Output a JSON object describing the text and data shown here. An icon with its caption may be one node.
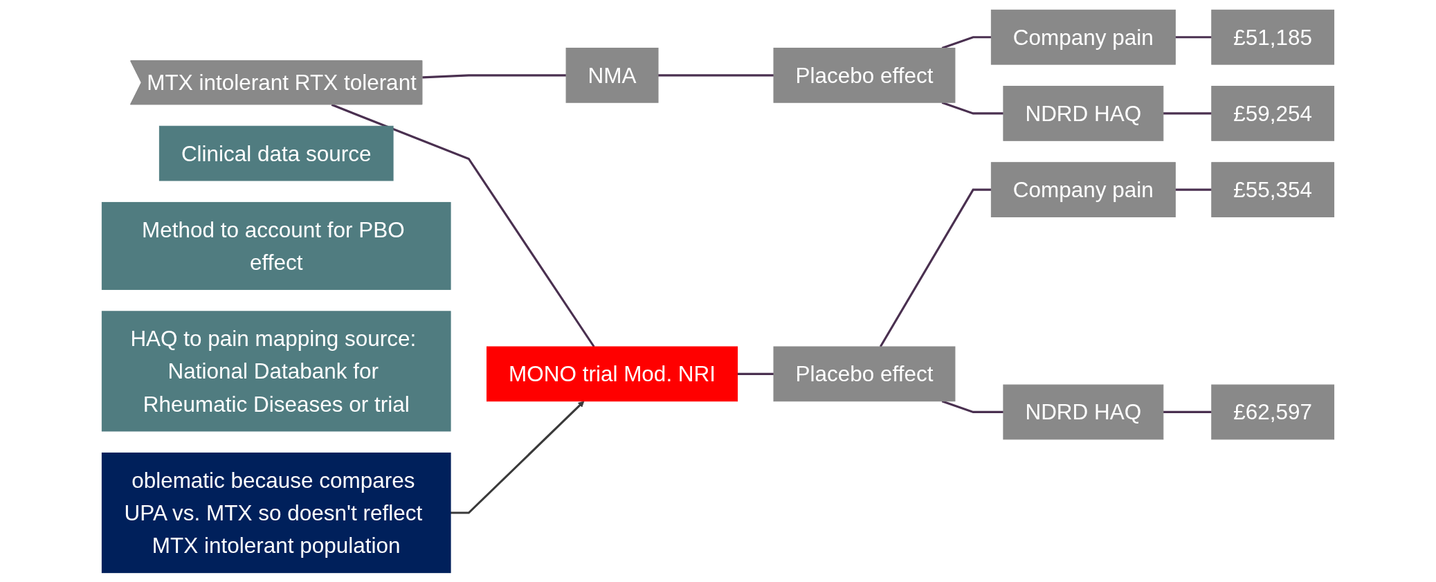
{
  "diagram": {
    "nodes": [
      {
        "text": [
          "MTX intolerant RTX tolerant"
        ]
      },
      {
        "text": [
          "Clinical data source"
        ]
      },
      {
        "text": [
          "Method to account for PBO effect"
        ]
      },
      {
        "text": [
          "HAQ to pain mapping source: National Databank for Rheumatic Diseases or trial"
        ]
      },
      {
        "text": [
          "NMA"
        ]
      },
      {
        "text": [
          "Placebo effect"
        ]
      },
      {
        "text": [
          "Company pain"
        ]
      },
      {
        "text": [
          "£51,185"
        ]
      },
      {
        "text": [
          "NDRD HAQ"
        ]
      },
      {
        "text": [
          "£59,254"
        ]
      },
      {
        "text": [
          "MONO trial Mod. NRI"
        ]
      },
      {
        "text": [
          "Placebo effect"
        ]
      },
      {
        "text": [
          "Company pain"
        ]
      },
      {
        "text": [
          "£55,354"
        ]
      },
      {
        "text": [
          "NDRD HAQ"
        ]
      },
      {
        "text": [
          "£62,597"
        ]
      },
      {
        "text": [
          "oblematic because compares UPA vs. MTX so doesn't reflect MTX intolerant population"
        ]
      }
    ],
    "edges": [
      {
        "from": 0,
        "to": 4,
        "arrow": "none"
      },
      {
        "from": 0,
        "to": 10,
        "arrow": "none"
      },
      {
        "from": 4,
        "to": 5,
        "arrow": "none"
      },
      {
        "from": 5,
        "to": 6,
        "arrow": "none"
      },
      {
        "from": 5,
        "to": 8,
        "arrow": "none"
      },
      {
        "from": 6,
        "to": 7,
        "arrow": "none"
      },
      {
        "from": 8,
        "to": 9,
        "arrow": "none"
      },
      {
        "from": 10,
        "to": 11,
        "arrow": "none"
      },
      {
        "from": 11,
        "to": 12,
        "arrow": "none"
      },
      {
        "from": 11,
        "to": 14,
        "arrow": "none"
      },
      {
        "from": 12,
        "to": 13,
        "arrow": "none"
      },
      {
        "from": 14,
        "to": 15,
        "arrow": "none"
      },
      {
        "from": 16,
        "to": 10,
        "arrow": "to",
        "color": "#3a3a3a"
      }
    ]
  }
}
